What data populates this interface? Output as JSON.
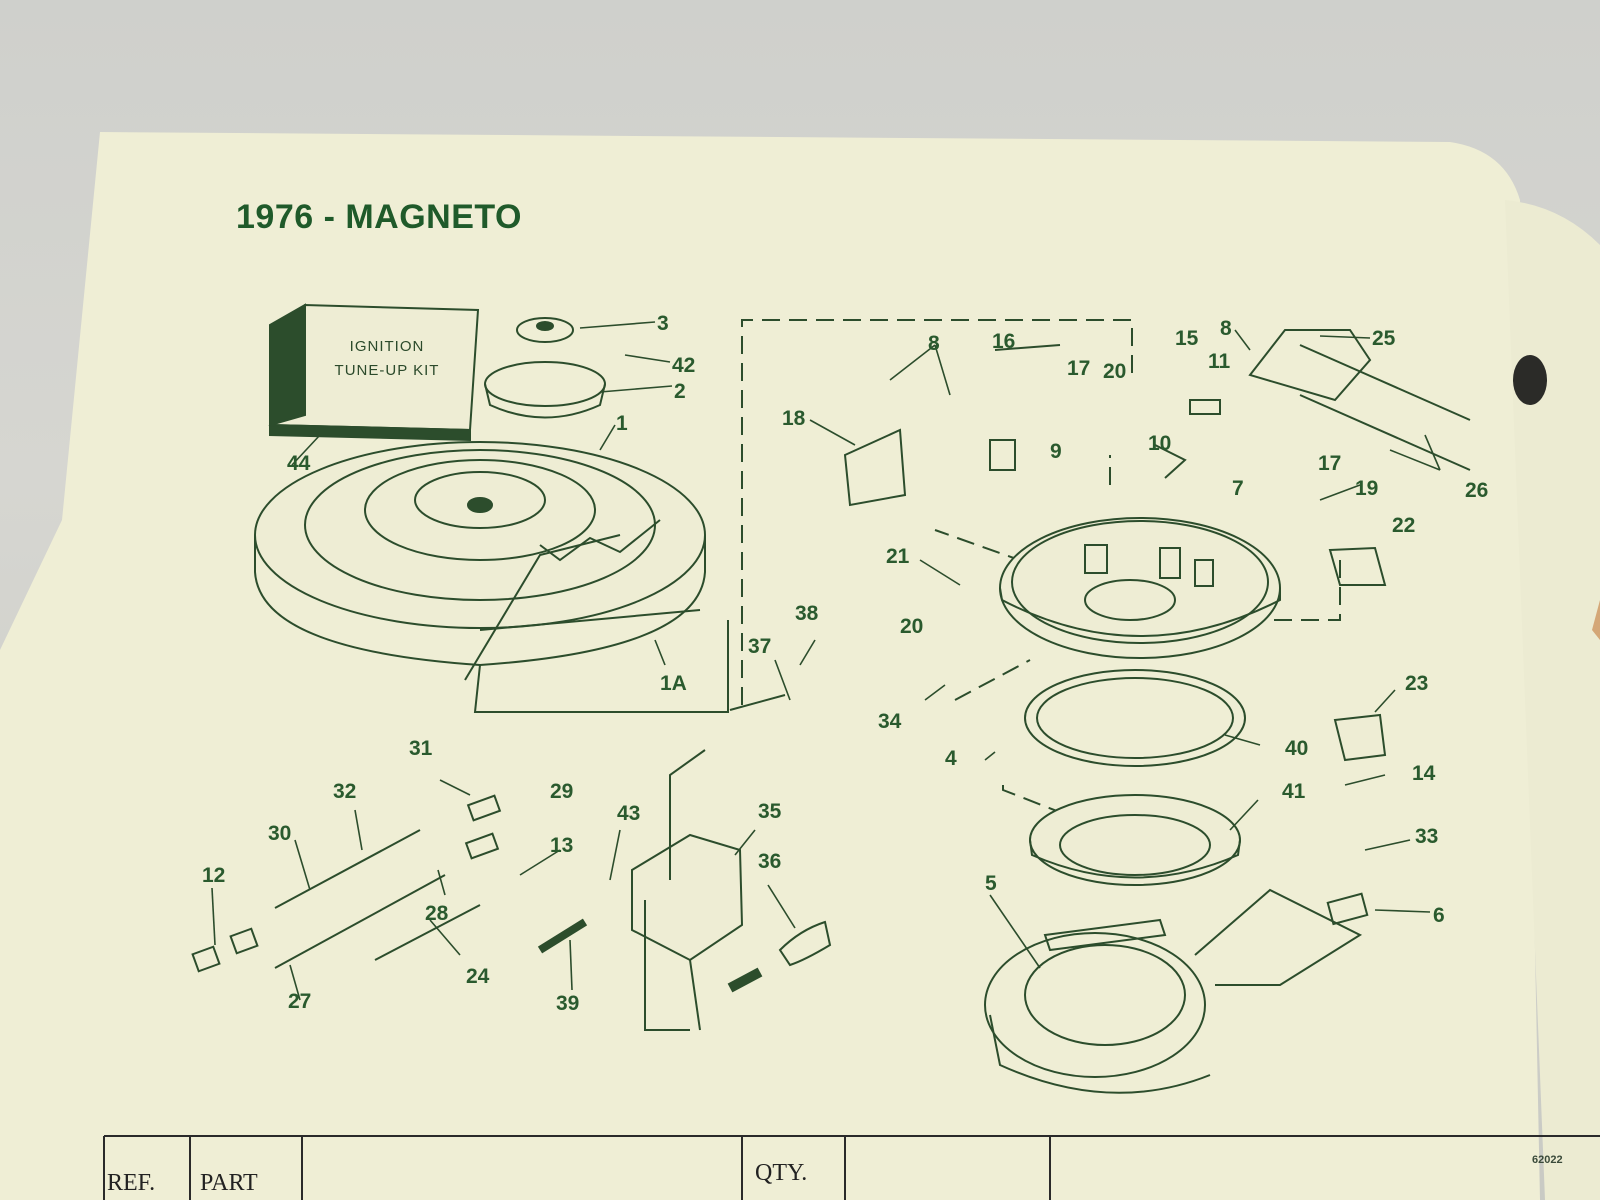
{
  "page": {
    "title": "1976 - MAGNETO",
    "kit_label_line1": "IGNITION",
    "kit_label_line2": "TUNE-UP KIT",
    "page_code": "62022",
    "table_headers": [
      "REF.",
      "PART",
      "QTY."
    ]
  },
  "callouts": [
    "3",
    "42",
    "2",
    "1",
    "44",
    "1A",
    "8",
    "16",
    "17",
    "20",
    "15",
    "11",
    "8",
    "25",
    "18",
    "9",
    "10",
    "26",
    "17",
    "19",
    "22",
    "7",
    "21",
    "20",
    "34",
    "38",
    "37",
    "23",
    "40",
    "4",
    "14",
    "41",
    "33",
    "31",
    "32",
    "29",
    "30",
    "13",
    "43",
    "35",
    "28",
    "12",
    "36",
    "27",
    "24",
    "39",
    "5",
    "6"
  ],
  "colors": {
    "paper": "#efeed5",
    "ink": "#2a5a2e",
    "border_gray": "#d3d3d1"
  }
}
